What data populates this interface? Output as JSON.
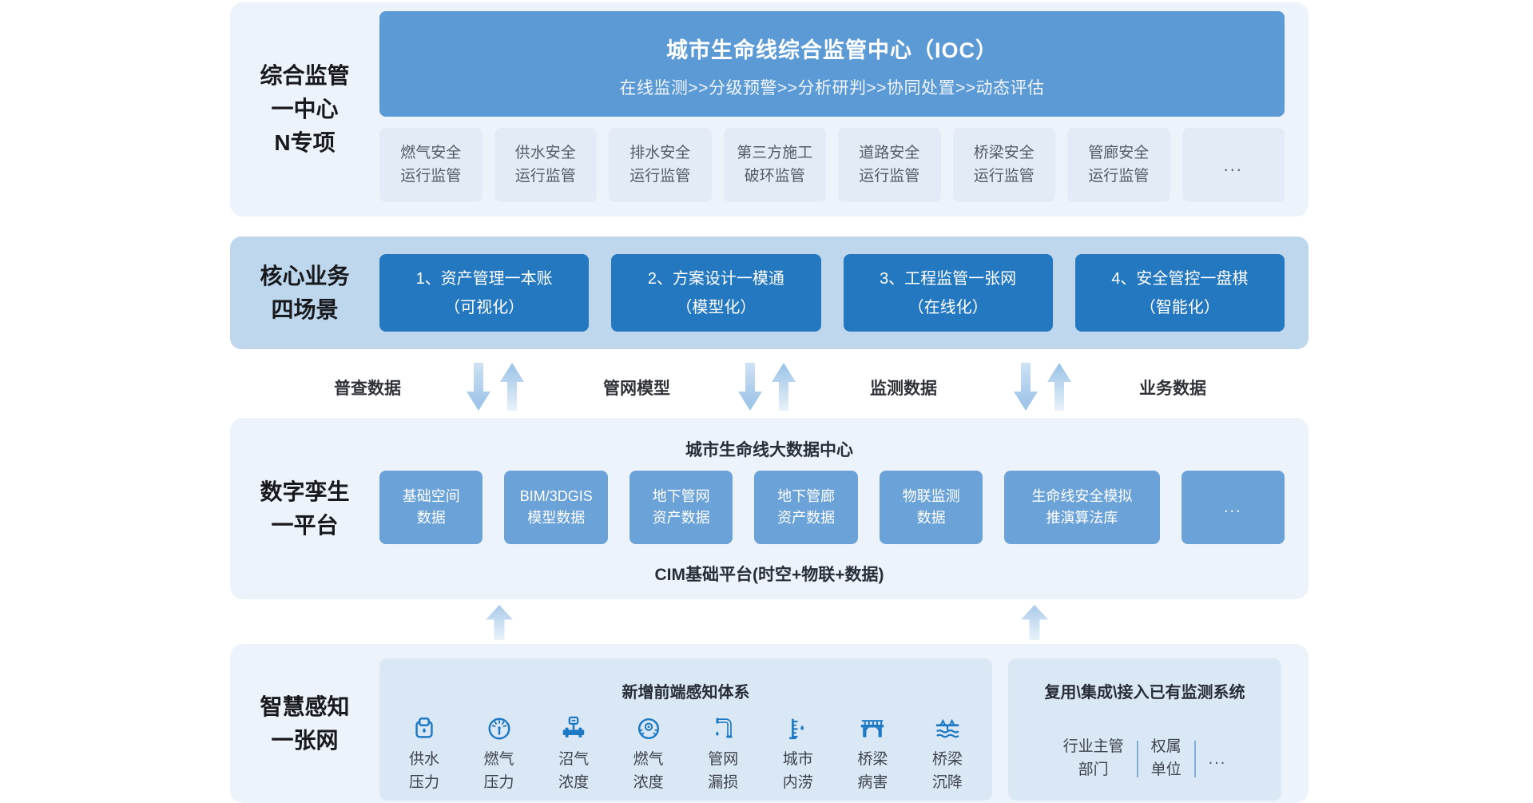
{
  "colors": {
    "accent-header": "#5b9ad5",
    "accent-dark": "#2478bf",
    "accent-mid": "#6ba3d8",
    "panel-light": "#edf3fa",
    "panel-medium": "#bed7ec",
    "chip-light": "#e3ebf6",
    "inner-panel": "#dae8f5",
    "icon-blue": "#1e79c4",
    "arrow-blue": "#9fc5e8"
  },
  "supervision": {
    "side_label": "综合监管\n一中心\nN专项",
    "ioc_title": "城市生命线综合监管中心（IOC）",
    "ioc_subtitle": "在线监测>>分级预警>>分析研判>>协同处置>>动态评估",
    "chips": [
      "燃气安全\n运行监管",
      "供水安全\n运行监管",
      "排水安全\n运行监管",
      "第三方施工\n破环监管",
      "道路安全\n运行监管",
      "桥梁安全\n运行监管",
      "管廊安全\n运行监管",
      "..."
    ]
  },
  "business": {
    "side_label": "核心业务\n四场景",
    "cards": [
      "1、资产管理一本账\n（可视化）",
      "2、方案设计一模通\n（模型化）",
      "3、工程监管一张网\n（在线化）",
      "4、安全管控一盘棋\n（智能化）"
    ]
  },
  "dataflow": {
    "labels": [
      "普查数据",
      "管网模型",
      "监测数据",
      "业务数据"
    ]
  },
  "platform": {
    "side_label": "数字孪生\n一平台",
    "center_title": "城市生命线大数据中心",
    "boxes": [
      "基础空间\n数据",
      "BIM/3DGIS\n模型数据",
      "地下管网\n资产数据",
      "地下管廊\n资产数据",
      "物联监测\n数据",
      "生命线安全模拟\n推演算法库",
      "..."
    ],
    "base_title": "CIM基础平台(时空+物联+数据)"
  },
  "sensing": {
    "side_label": "智慧感知\n一张网",
    "new_panel_title": "新增前端感知体系",
    "sensors": [
      {
        "icon": "water-meter-icon",
        "label": "供水\n压力"
      },
      {
        "icon": "pressure-gauge-icon",
        "label": "燃气\n压力"
      },
      {
        "icon": "pipe-valve-icon",
        "label": "沼气\n浓度"
      },
      {
        "icon": "gas-sensor-icon",
        "label": "燃气\n浓度"
      },
      {
        "icon": "pipe-leak-icon",
        "label": "管网\n漏损"
      },
      {
        "icon": "water-level-icon",
        "label": "城市\n内涝"
      },
      {
        "icon": "bridge-icon",
        "label": "桥梁\n病害"
      },
      {
        "icon": "bridge-settle-icon",
        "label": "桥梁\n沉降"
      }
    ],
    "reuse_panel_title": "复用\\集成\\接入已有监测系统",
    "reuse_items": [
      "行业主管\n部门",
      "权属\n单位",
      "..."
    ]
  }
}
